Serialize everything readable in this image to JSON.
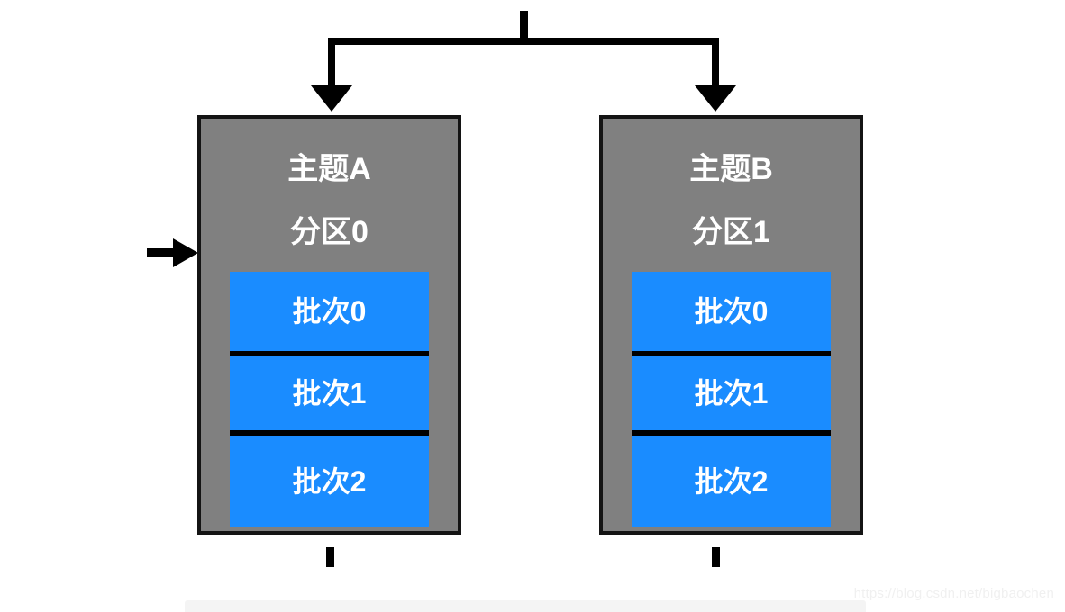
{
  "diagram": {
    "title_text": "",
    "colors": {
      "topic_box_fill": "#808080",
      "topic_box_border": "#141414",
      "batch_fill": "#1a8cff",
      "batch_divider": "#000000",
      "arrow": "#000000",
      "text": "#ffffff",
      "background": "#ffffff",
      "watermark": "#f0f0f0",
      "bottom_strip": "#f4f4f4"
    },
    "topics": [
      {
        "topic_label": "主题A",
        "partition_label": "分区0",
        "batches": [
          "批次0",
          "批次1",
          "批次2"
        ]
      },
      {
        "topic_label": "主题B",
        "partition_label": "分区1",
        "batches": [
          "批次0",
          "批次1",
          "批次2"
        ]
      }
    ],
    "connectors": {
      "top_fork": "vertical stub from top center splitting into two down-arrows",
      "left_inbound_arrow": "arrow pointing right into first topic box",
      "bottom_stubs": "short vertical ticks below each topic box"
    }
  },
  "watermark": {
    "text": "https://blog.csdn.net/bigbaochen"
  }
}
